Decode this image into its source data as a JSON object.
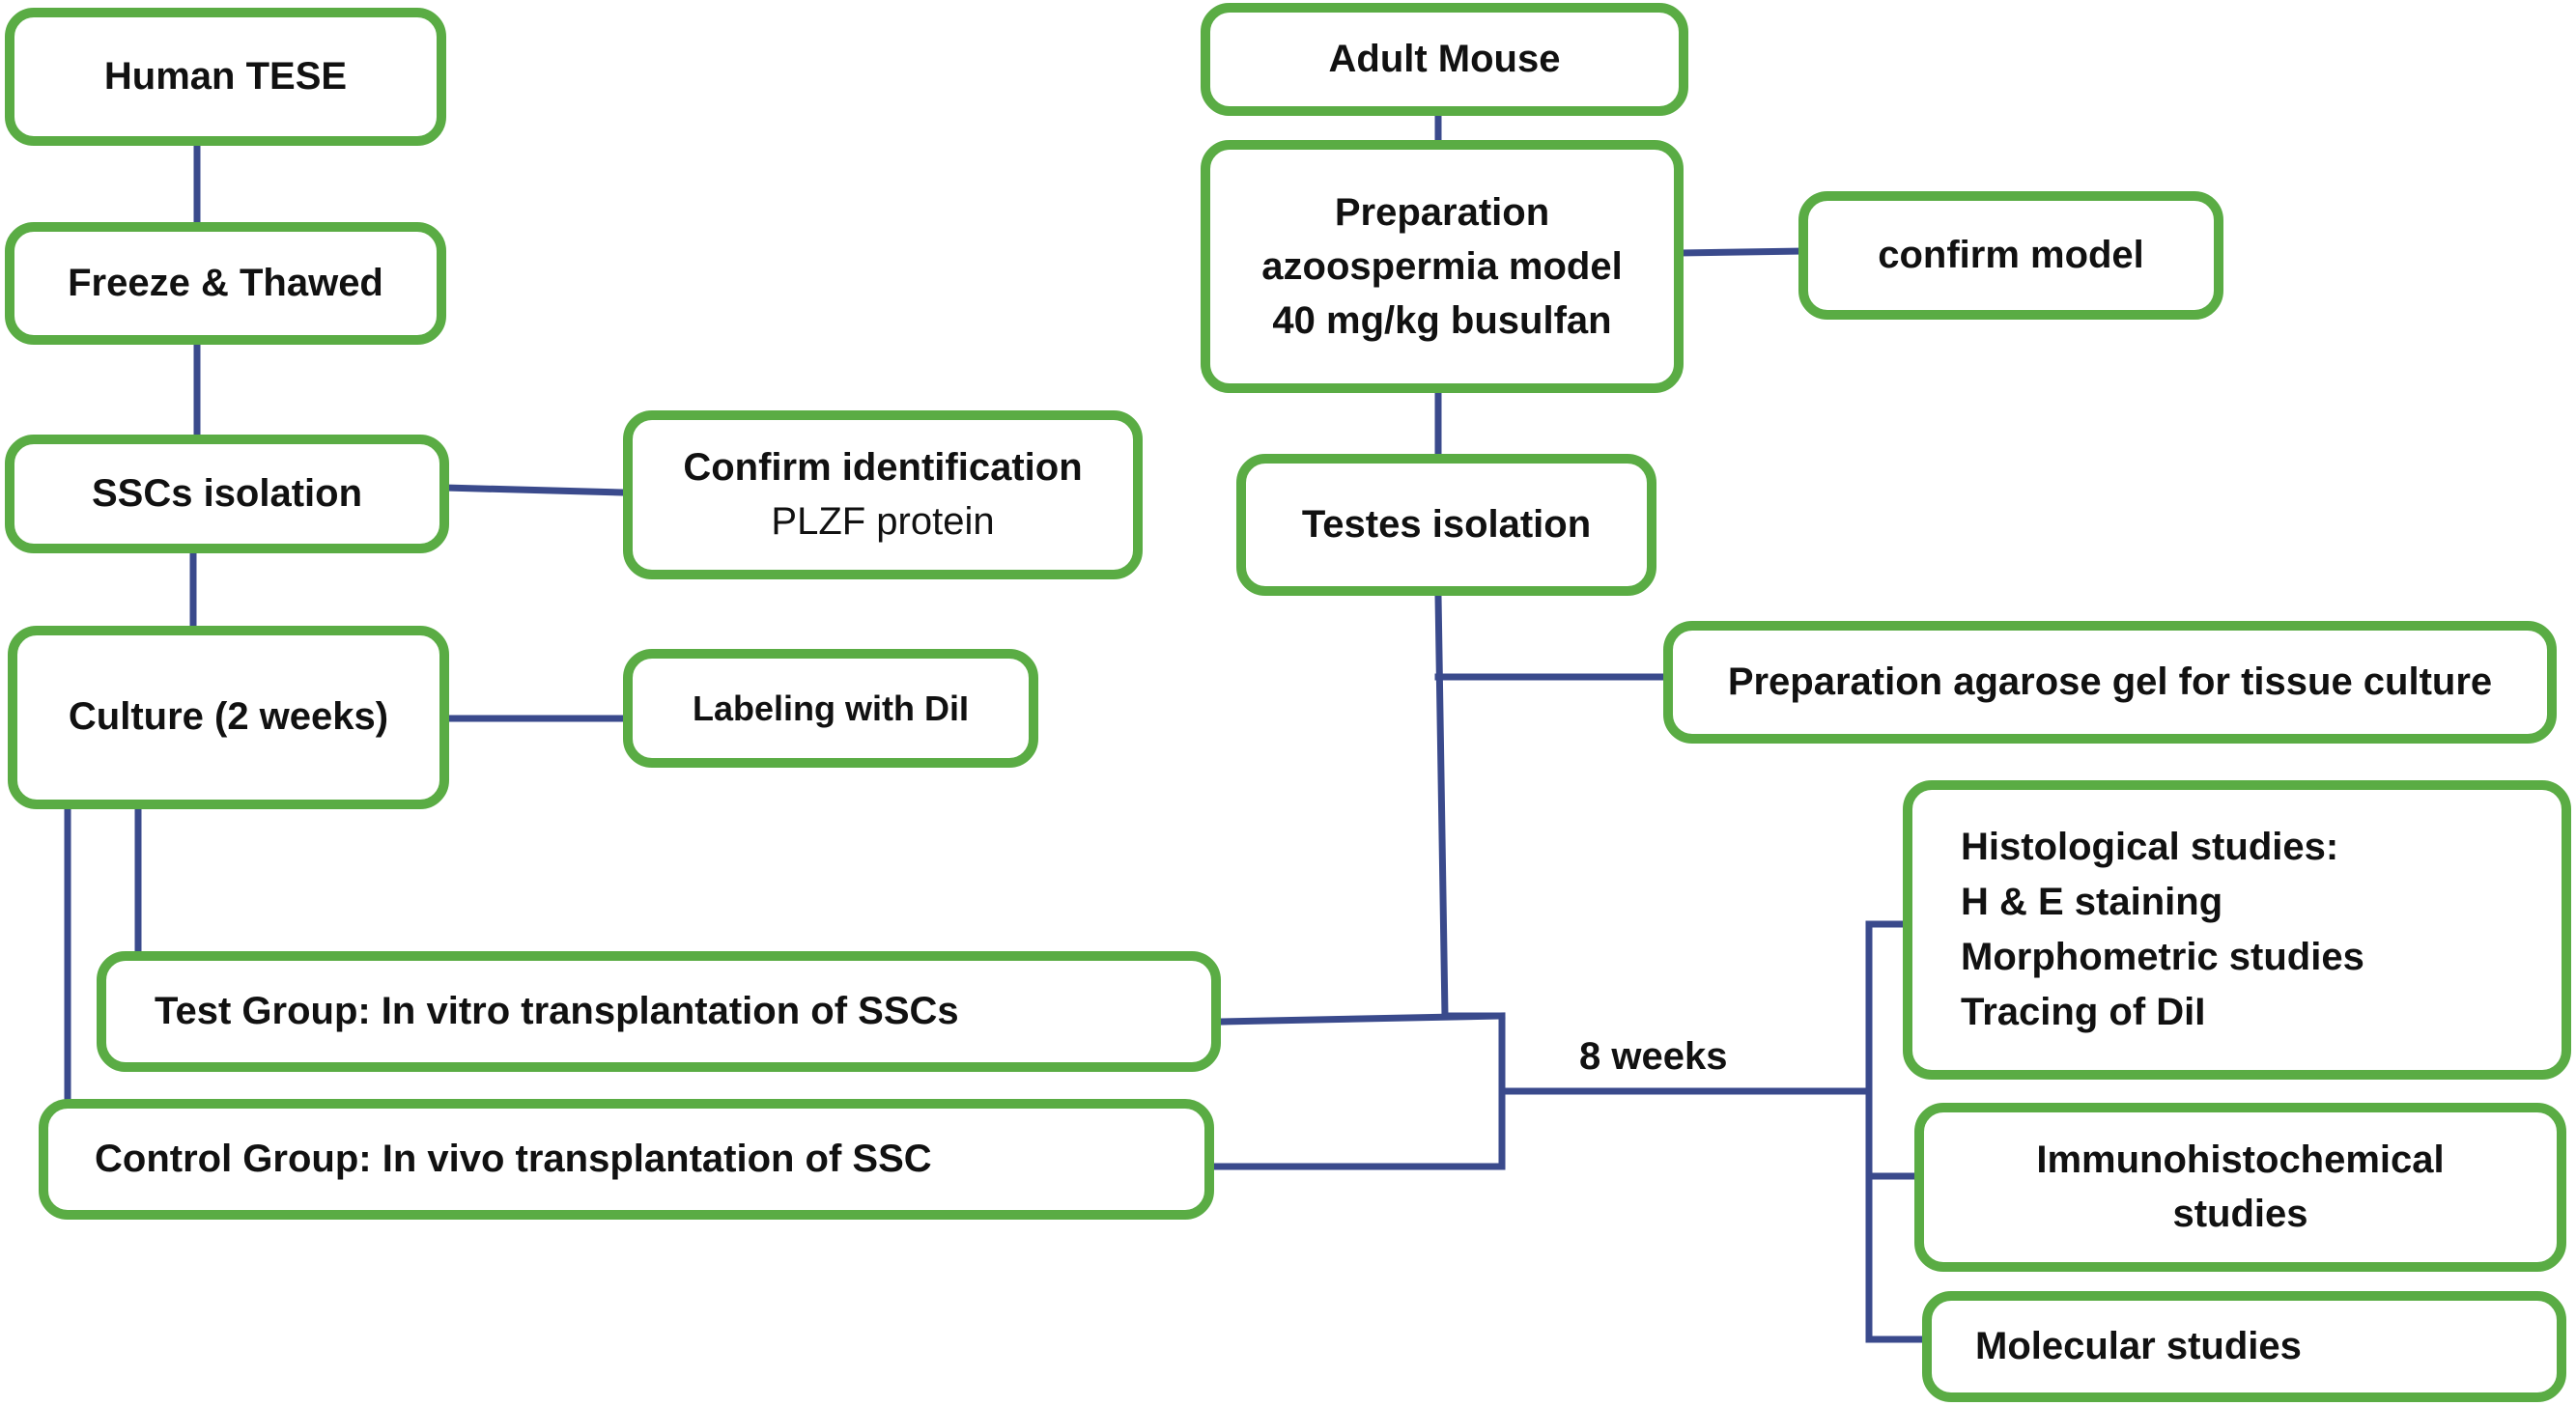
{
  "colors": {
    "box_border": "#5aac44",
    "connector": "#3a4a8c",
    "text": "#111111"
  },
  "left_flow": {
    "human_tese": "Human TESE",
    "freeze_thawed": "Freeze & Thawed",
    "sscs_isolation": "SSCs isolation",
    "confirm_identification": {
      "title": "Confirm identification",
      "detail": "PLZF protein"
    },
    "culture": "Culture (2 weeks)",
    "labeling": "Labeling with DiI"
  },
  "right_flow": {
    "adult_mouse": "Adult Mouse",
    "preparation_model": [
      "Preparation",
      "azoospermia model",
      "40 mg/kg busulfan"
    ],
    "confirm_model": "confirm model",
    "testes_isolation": "Testes isolation",
    "agarose_gel": "Preparation agarose gel for tissue culture"
  },
  "groups": {
    "test_group": "Test Group: In vitro transplantation of SSCs",
    "control_group": "Control Group: In vivo transplantation of SSC"
  },
  "duration_label": "8 weeks",
  "outcomes": {
    "histological": [
      "Histological studies:",
      "H & E staining",
      "Morphometric studies",
      "Tracing of DiI"
    ],
    "immunohistochemical": [
      "Immunohistochemical",
      "studies"
    ],
    "molecular": "Molecular studies"
  }
}
